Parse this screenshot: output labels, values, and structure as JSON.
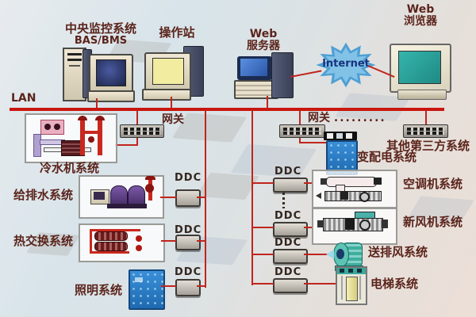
{
  "colors": {
    "line_red": "#c0251d",
    "lan_bus_red": "#c8170f",
    "label_maroon": "#5b241b",
    "cabinet_blue": "#2f86d4",
    "internet_cloud_blue": "#55a7d8",
    "browser_screen_teal": "#2aa49c",
    "operator_screen_yellow": "#f2eca0",
    "fan_teal": "#3fae9f"
  },
  "top_nodes": {
    "central": {
      "label_line1": "中央监控系统",
      "label_line2": "BAS/BMS"
    },
    "operator": {
      "label": "操作站"
    },
    "web_server": {
      "label_line1": "Web",
      "label_line2": "服务器"
    },
    "internet": {
      "label": "Internet"
    },
    "web_browser": {
      "label_line1": "Web",
      "label_line2": "浏览器"
    }
  },
  "network": {
    "lan_label": "LAN",
    "gateway_left_label": "网关",
    "gateway_right_label": "网关",
    "gateway_right_dots": ".........",
    "ddc_label": "DDC"
  },
  "left_systems": [
    {
      "id": "chiller",
      "label": "冷水机系统"
    },
    {
      "id": "water",
      "label": "给排水系统"
    },
    {
      "id": "heat",
      "label": "热交换系统"
    },
    {
      "id": "lighting",
      "label": "照明系统"
    }
  ],
  "right_systems": [
    {
      "id": "third_party",
      "label": "其他第三方系统"
    },
    {
      "id": "power",
      "label": "变配电系统"
    },
    {
      "id": "ahu",
      "label": "空调机系统"
    },
    {
      "id": "fresh_air",
      "label": "新风机系统"
    },
    {
      "id": "exhaust_fan",
      "label": "送排风系统"
    },
    {
      "id": "elevator",
      "label": "电梯系统"
    }
  ]
}
